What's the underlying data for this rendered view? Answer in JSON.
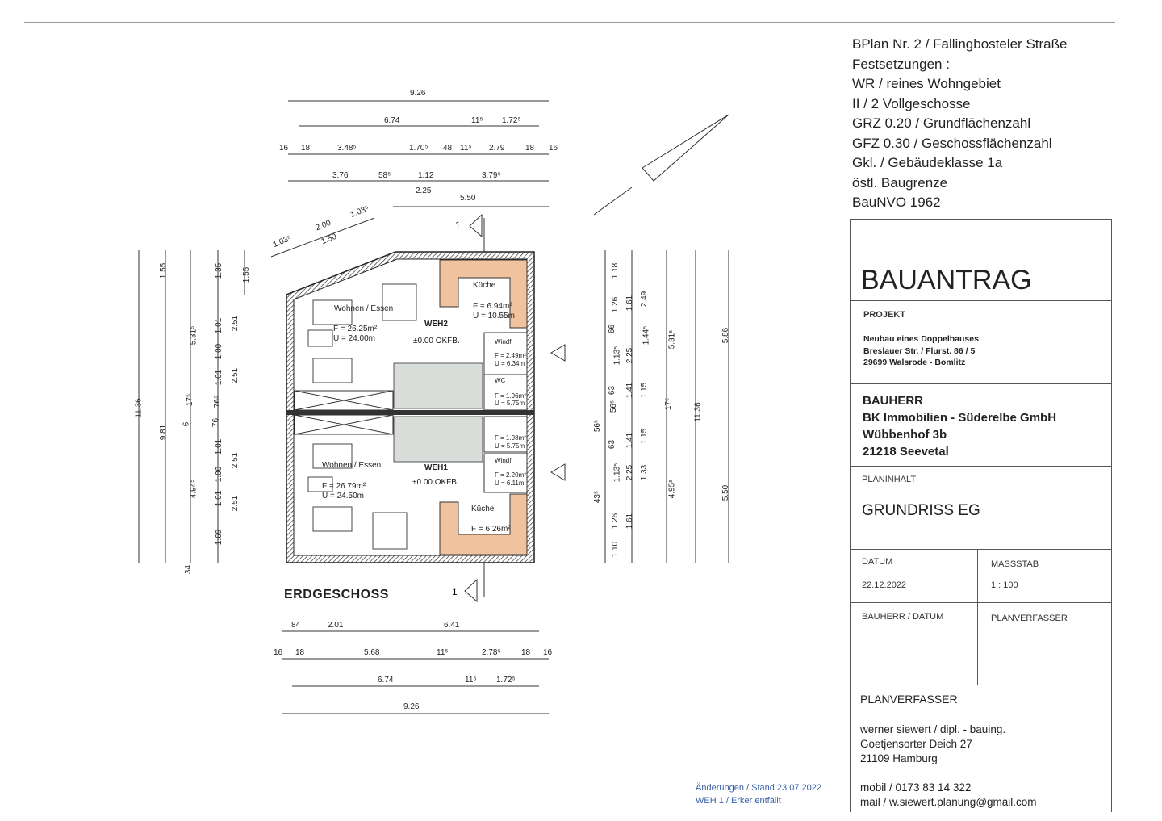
{
  "header_notes": [
    "BPlan Nr. 2 / Fallingbosteler Straße",
    "Festsetzungen :",
    "WR / reines Wohngebiet",
    "II / 2 Vollgeschosse",
    "GRZ 0.20 / Grundflächenzahl",
    "GFZ 0.30 / Geschossflächenzahl",
    "Gkl. / Gebäudeklasse  1a",
    "östl. Baugrenze",
    "BauNVO 1962"
  ],
  "title_block": {
    "title": "BAUANTRAG",
    "projekt_label": "PROJEKT",
    "projekt_lines": [
      "Neubau eines Doppelhauses",
      "Breslauer Str. / Flurst. 86 / 5",
      "29699  Walsrode - Bomlitz"
    ],
    "bauherr_lines": [
      "BAUHERR",
      "BK Immobilien - Süderelbe GmbH",
      "Wübbenhof  3b",
      "21218  Seevetal"
    ],
    "planinhalt_label": "PLANINHALT",
    "planinhalt": "GRUNDRISS  EG",
    "datum_label": "DATUM",
    "datum": "22.12.2022",
    "massstab_label": "MASSSTAB",
    "massstab": "1 : 100",
    "bauherr_datum_label": "BAUHERR / DATUM",
    "planverfasser_label_small": "PLANVERFASSER",
    "planverfasser_label": "PLANVERFASSER",
    "planverfasser_lines": [
      "werner  siewert / dipl. - bauing.",
      "Goetjensorter  Deich  27",
      "21109  Hamburg"
    ],
    "mobil": "mobil / 0173 83 14 322",
    "mail": "mail   /  w.siewert.planung@gmail.com"
  },
  "changes": [
    "Änderungen / Stand 23.07.2022",
    "WEH 1 / Erker entfällt"
  ],
  "plan": {
    "floor_title": "ERDGESCHOSS",
    "section_marker": "1",
    "colors": {
      "kitchen": "#f0c39e",
      "changes_text": "#3a5fa8",
      "stairs": "#d9ddd9"
    },
    "weh2": {
      "unit": "WEH2",
      "level": "±0.00 OKFB.",
      "wohnen": "Wohnen / Essen",
      "wohnen_f": "F = 26.25m²",
      "wohnen_u": "U = 24.00m",
      "kueche": "Küche",
      "kueche_f": "F = 6.94m²",
      "kueche_u": "U = 10.55m",
      "windf": "Windf",
      "windf_f": "F = 2.49m²",
      "windf_u": "U = 6.34m",
      "wc": "WC",
      "wc_f": "F = 1.96m²",
      "wc_u": "U = 5.75m"
    },
    "weh1": {
      "unit": "WEH1",
      "level": "±0.00 OKFB.",
      "wohnen": "Wohnen / Essen",
      "wohnen_f": "F = 26.79m²",
      "wohnen_u": "U = 24.50m",
      "kueche": "Küche",
      "kueche_f": "F = 6.26m²",
      "windf": "Windf",
      "windf_f": "F = 2.20m²",
      "windf_u": "U = 6.11m",
      "wc_f": "F = 1.98m²",
      "wc_u": "U = 5.75m"
    },
    "dims_top": {
      "row1": [
        "9.26"
      ],
      "row2": [
        "6.74",
        "11⁵",
        "1.72⁵"
      ],
      "row3": [
        "16",
        "18",
        "3.48⁵",
        "1.70⁵",
        "48",
        "11⁵",
        "2.79",
        "18",
        "16"
      ],
      "row4": [
        "3.76",
        "58⁵",
        "1.12",
        "3.79⁵"
      ],
      "row5": [
        "2.25",
        "5.50"
      ],
      "oblique": [
        "1.03⁵",
        "2.00",
        "1.03⁵",
        "1.50"
      ]
    },
    "dims_bottom": {
      "row1": [
        "84",
        "2.01",
        "6.41"
      ],
      "row2": [
        "16",
        "18",
        "5.68",
        "11⁵",
        "2.78⁵",
        "18",
        "16"
      ],
      "row3": [
        "6.74",
        "11⁵",
        "1.72⁵"
      ],
      "row4": [
        "9.26"
      ]
    },
    "dims_left": [
      "11.36",
      "9.81",
      "1.55",
      "5.31⁵",
      "17⁵",
      "6",
      "4.94⁵",
      "34",
      "1.35",
      "1.01",
      "1.00",
      "1.01",
      "76⁵",
      "76",
      "1.01",
      "1.00",
      "1.01",
      "1.69",
      "1.55",
      "2.51",
      "2.51",
      "2.51",
      "2.51"
    ],
    "dims_right": [
      "1.18",
      "1.26",
      "66",
      "1.13⁵",
      "63",
      "56⁵",
      "56⁵",
      "63",
      "1.13⁵",
      "43⁵",
      "1.26",
      "1.10",
      "1.61",
      "2.25",
      "1.41",
      "1.41",
      "2.25",
      "1.61",
      "2.49",
      "1.44⁵",
      "1.15",
      "1.15",
      "1.33",
      "5.31⁵",
      "17⁵",
      "4.95⁵",
      "11.36",
      "5.86",
      "5.50"
    ]
  }
}
